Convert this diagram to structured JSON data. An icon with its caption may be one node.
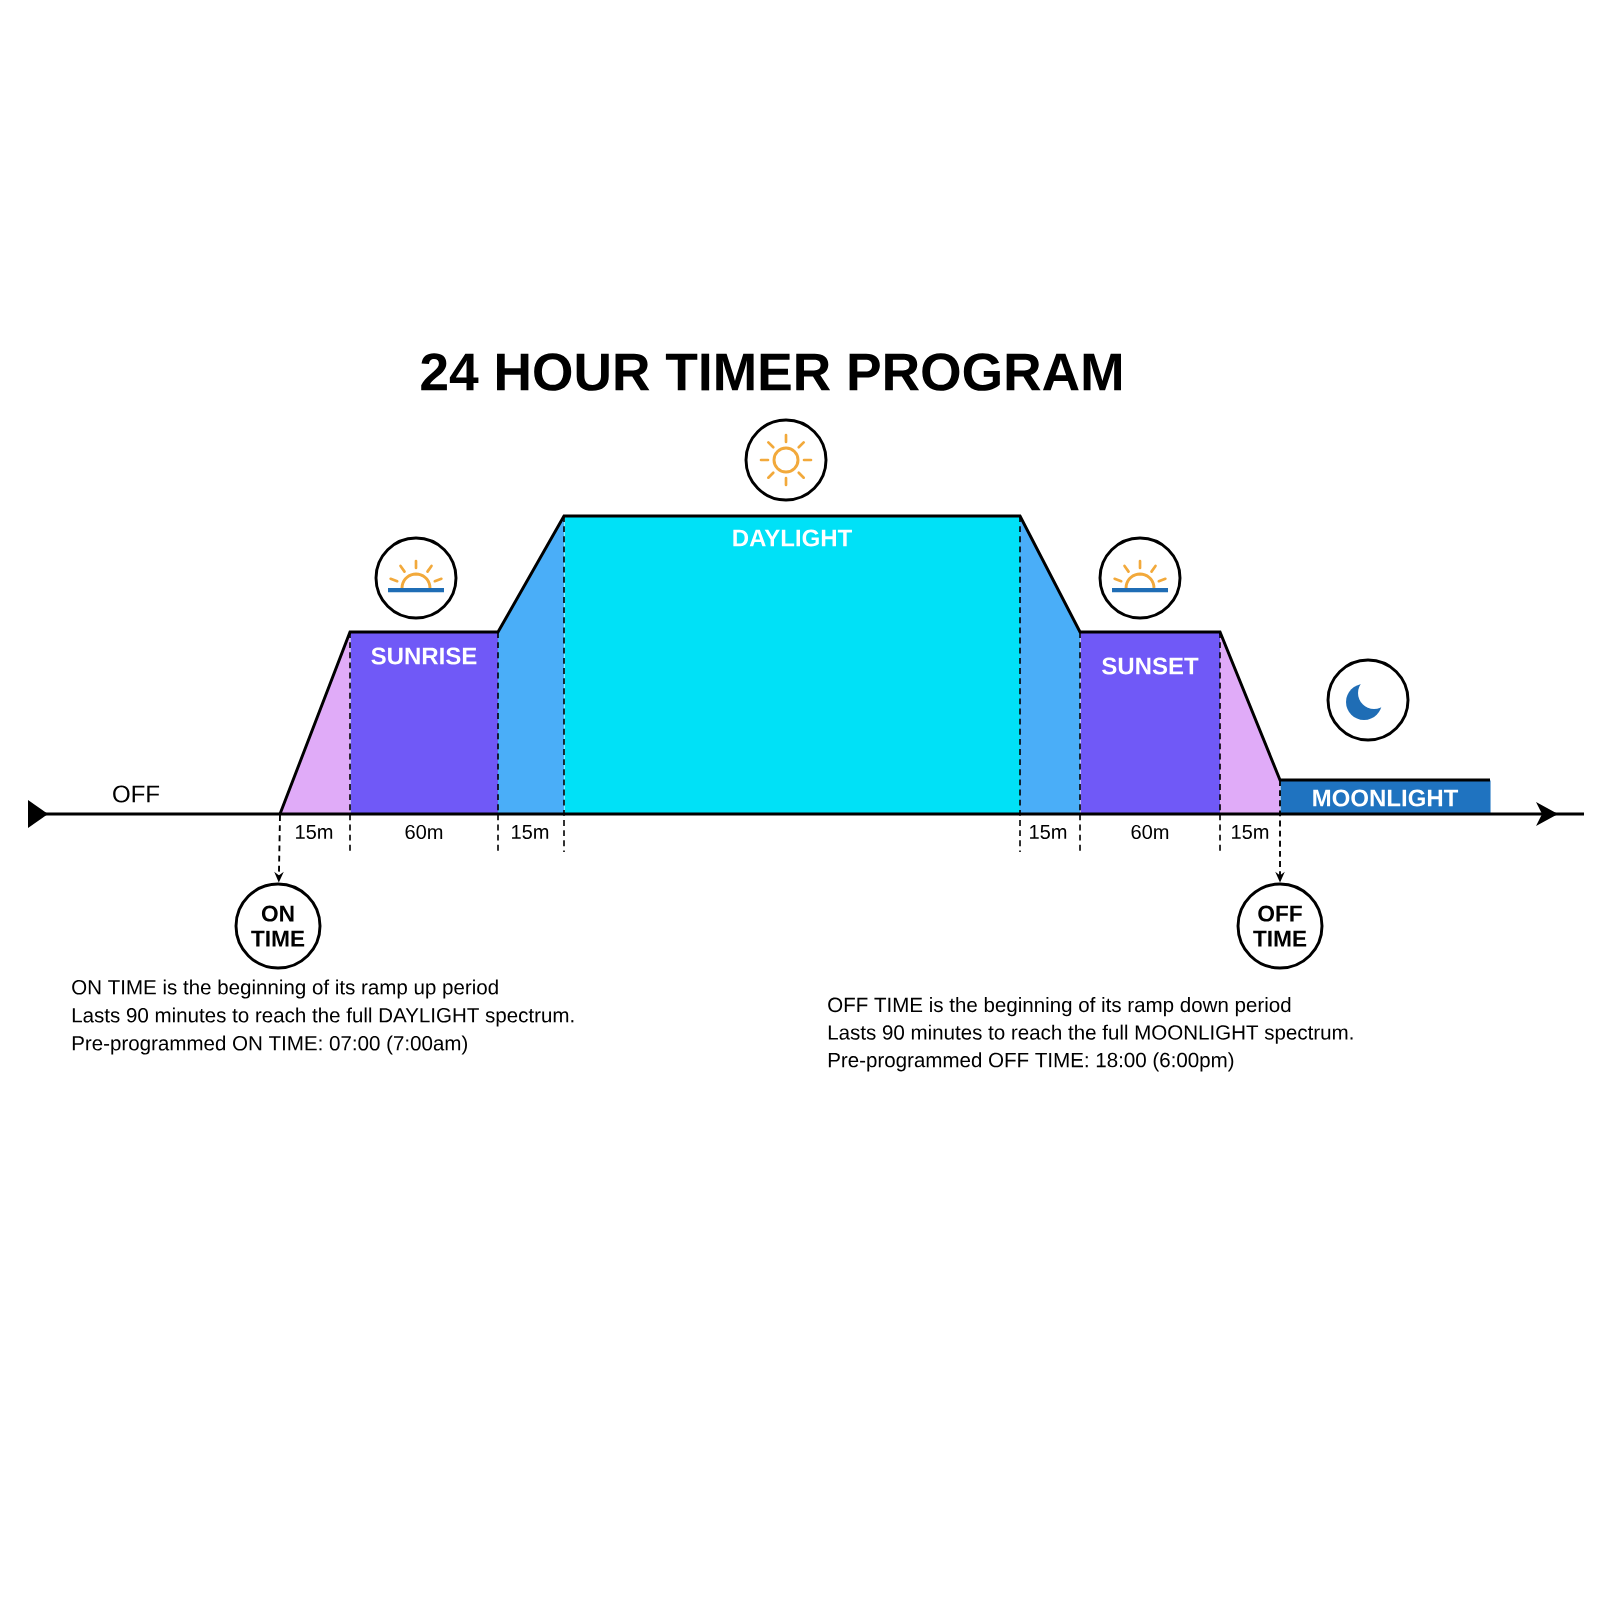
{
  "diagram": {
    "title": "24 HOUR TIMER PROGRAM",
    "nodes": [
      {
        "text": [],
        "shape": "triangle",
        "beside": [
          "15m"
        ]
      },
      {
        "text": [
          "SUNRISE"
        ],
        "beside": [
          "60m"
        ]
      },
      {
        "text": [],
        "shape": "trapezoid",
        "beside": [
          "15m"
        ]
      },
      {
        "text": [
          "DAYLIGHT"
        ]
      },
      {
        "text": [],
        "shape": "trapezoid",
        "beside": [
          "15m"
        ]
      },
      {
        "text": [
          "SUNSET"
        ],
        "beside": [
          "60m"
        ]
      },
      {
        "text": [],
        "shape": "trapezoid",
        "beside": [
          "15m"
        ]
      },
      {
        "text": [
          "MOONLIGHT"
        ]
      },
      {
        "text": [
          "ON TIME"
        ],
        "beside": [
          "ON TIME is the beginning of its ramp up period",
          "Lasts 90 minutes to reach the full DAYLIGHT spectrum.",
          "Pre-programmed ON TIME: 07:00 (7:00am)"
        ]
      },
      {
        "text": [
          "OFF TIME"
        ],
        "beside": [
          "OFF TIME is the beginning of its ramp down period",
          "Lasts 90 minutes to reach the full MOONLIGHT spectrum.",
          "Pre-programmed OFF TIME: 18:00 (6:00pm)"
        ]
      }
    ],
    "edges": [
      {
        "from": 0,
        "to": 8,
        "arrow": "to",
        "style": "dashed"
      },
      {
        "from": 7,
        "to": 9,
        "arrow": "to",
        "style": "dashed"
      }
    ],
    "labels": [
      "OFF"
    ]
  }
}
